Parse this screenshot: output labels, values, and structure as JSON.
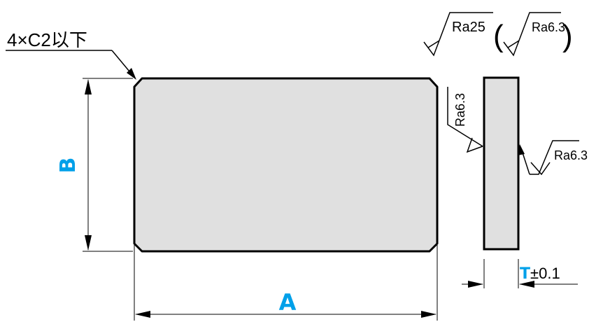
{
  "drawing": {
    "chamfer_note": "4×C2以下",
    "dimension_a": "A",
    "dimension_b": "B",
    "thickness_symbol": "T",
    "thickness_tolerance": "±0.1",
    "roughness_general": "Ra25",
    "roughness_general_paren": "Ra6.3",
    "roughness_top_edge": "Ra6.3",
    "roughness_side_face": "Ra6.3"
  },
  "colors": {
    "dimension_letter": "#00a0e9",
    "plate_fill": "#e0e0e0",
    "outline": "#000000"
  }
}
